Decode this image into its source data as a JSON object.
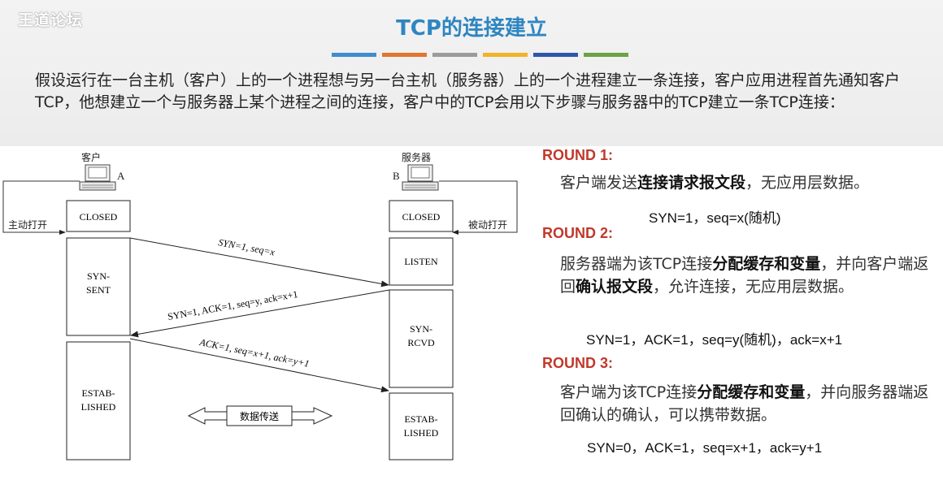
{
  "watermark": "王道论坛",
  "title": "TCP的连接建立",
  "accent_bars": [
    "#3f8ccf",
    "#e2752e",
    "#9b9b9b",
    "#f0b428",
    "#2d58a8",
    "#6aa344"
  ],
  "intro": "假设运行在一台主机（客户）上的一个进程想与另一台主机（服务器）上的一个进程建立一条连接，客户应用进程首先通知客户TCP，他想建立一个与服务器上某个进程之间的连接，客户中的TCP会用以下步骤与服务器中的TCP建立一条TCP连接：",
  "diagram": {
    "client_label": "客户",
    "client_letter": "A",
    "server_label": "服务器",
    "server_letter": "B",
    "client_open": "主动打开",
    "server_open": "被动打开",
    "client_states": [
      "CLOSED",
      "SYN-",
      "SENT",
      "ESTAB-",
      "LISHED"
    ],
    "server_states": [
      "CLOSED",
      "LISTEN",
      "SYN-",
      "RCVD",
      "ESTAB-",
      "LISHED"
    ],
    "msg1": "SYN=1, seq=x",
    "msg2": "SYN=1, ACK=1, seq=y, ack=x+1",
    "msg3": "ACK=1, seq=x+1, ack=y+1",
    "data_transfer": "数据传送"
  },
  "rounds": [
    {
      "title": "ROUND 1:",
      "desc_pre": "客户端发送",
      "desc_bold": "连接请求报文段",
      "desc_post": "，无应用层数据。",
      "formula": "SYN=1，seq=x(随机)"
    },
    {
      "title": "ROUND 2:",
      "desc_pre": "服务器端为该TCP连接",
      "desc_bold": "分配缓存和变量",
      "desc_mid": "，并向客户端返回",
      "desc_bold2": "确认报文段",
      "desc_post": "，允许连接，无应用层数据。",
      "formula": "SYN=1，ACK=1，seq=y(随机)，ack=x+1"
    },
    {
      "title": "ROUND 3:",
      "desc_pre": "客户端为该TCP连接",
      "desc_bold": "分配缓存和变量",
      "desc_post": "，并向服务器端返回确认的确认，可以携带数据。",
      "formula": "SYN=0，ACK=1，seq=x+1，ack=y+1"
    }
  ]
}
